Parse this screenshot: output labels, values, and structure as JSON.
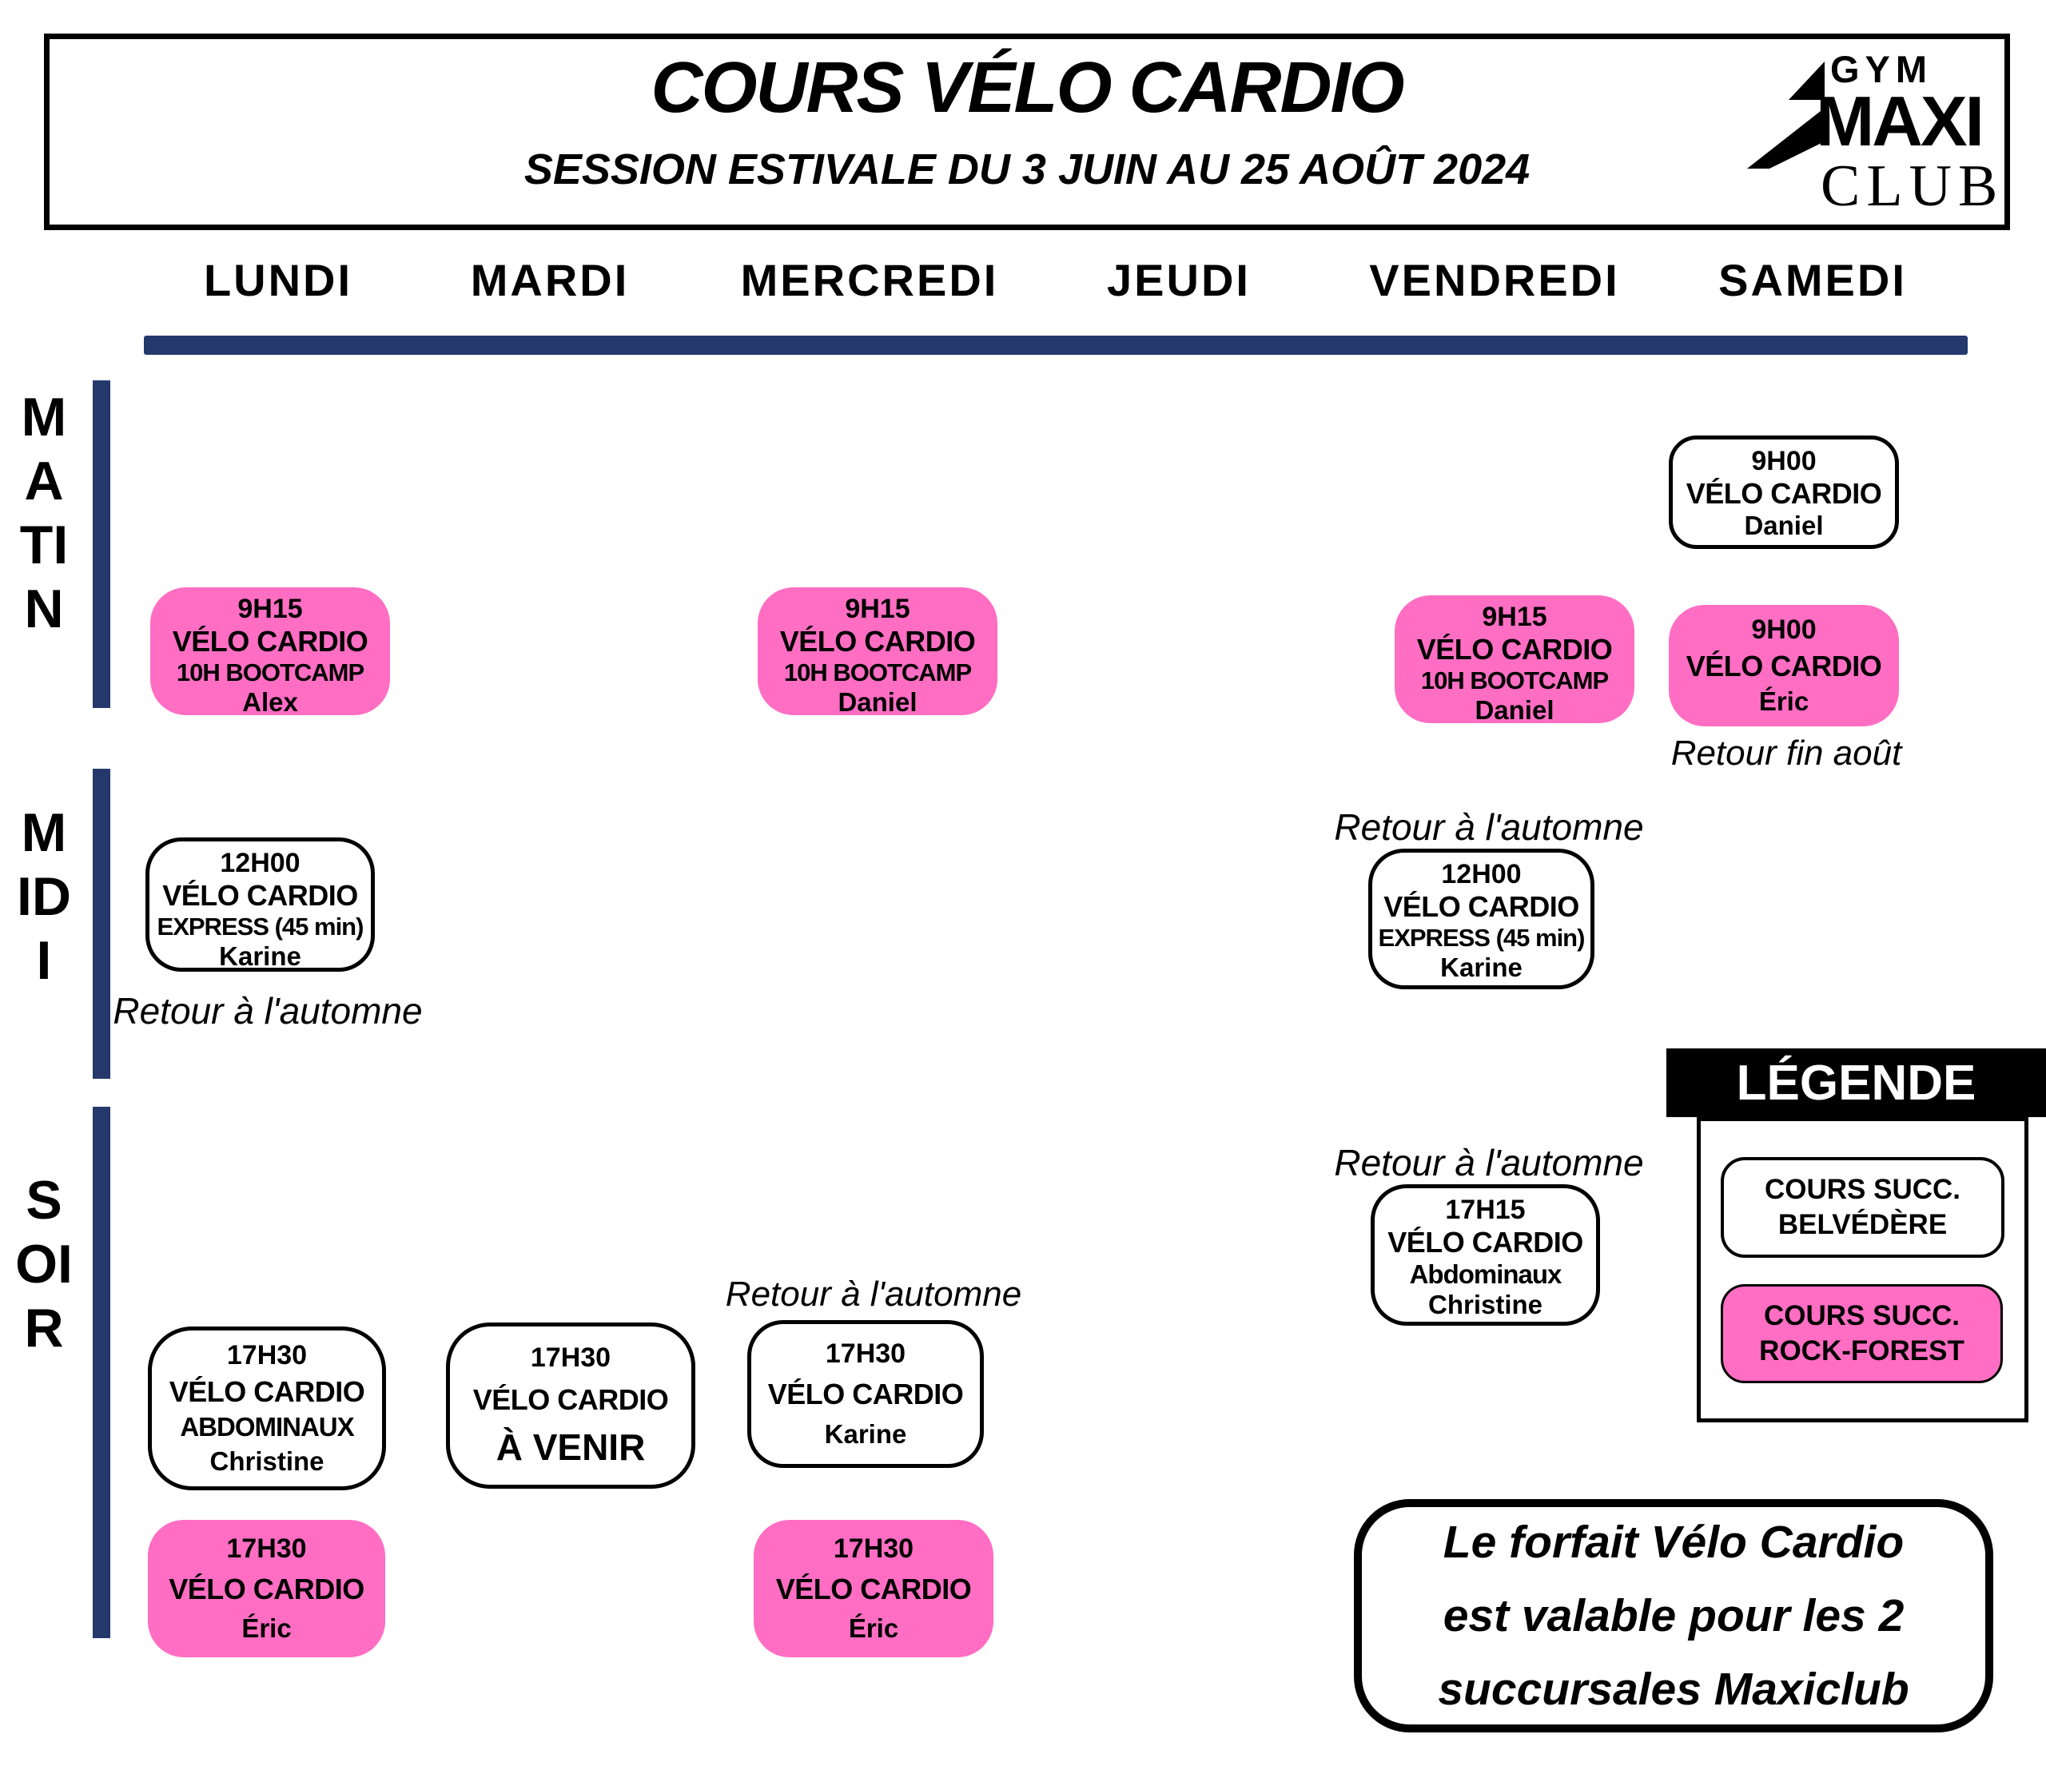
{
  "header": {
    "title": "COURS VÉLO CARDIO",
    "subtitle": "SESSION ESTIVALE DU 3 JUIN AU 25 AOÛT 2024",
    "logo": {
      "top": "GYM",
      "middle": "MAXI",
      "bottom": "CLUB"
    }
  },
  "days": {
    "monday": "LUNDI",
    "tuesday": "MARDI",
    "wednesday": "MERCREDI",
    "thursday": "JEUDI",
    "friday": "VENDREDI",
    "saturday": "SAMEDI"
  },
  "sections": {
    "morning": "MATIN",
    "noon": "MIDI",
    "evening": "SOIR"
  },
  "cards": {
    "sat_morning_white": {
      "time": "9H00",
      "title": "VÉLO CARDIO",
      "name": "Daniel"
    },
    "sat_morning_pink": {
      "time": "9H00",
      "title": "VÉLO CARDIO",
      "name": "Éric"
    },
    "mon_morning": {
      "time": "9H15",
      "title": "VÉLO CARDIO",
      "extra": "10H BOOTCAMP",
      "name": "Alex"
    },
    "wed_morning": {
      "time": "9H15",
      "title": "VÉLO CARDIO",
      "extra": "10H BOOTCAMP",
      "name": "Daniel"
    },
    "fri_morning": {
      "time": "9H15",
      "title": "VÉLO CARDIO",
      "extra": "10H BOOTCAMP",
      "name": "Daniel"
    },
    "mon_noon": {
      "time": "12H00",
      "title": "VÉLO CARDIO",
      "extra": "EXPRESS (45 min)",
      "name": "Karine"
    },
    "fri_noon": {
      "time": "12H00",
      "title": "VÉLO CARDIO",
      "extra": "EXPRESS (45 min)",
      "name": "Karine"
    },
    "fri_evening": {
      "time": "17H15",
      "title": "VÉLO CARDIO",
      "extra": "Abdominaux",
      "name": "Christine"
    },
    "mon_evening_white": {
      "time": "17H30",
      "title": "VÉLO CARDIO",
      "extra": "ABDOMINAUX",
      "name": "Christine"
    },
    "tue_evening": {
      "time": "17H30",
      "title": "VÉLO CARDIO",
      "name": "À VENIR"
    },
    "wed_evening_white": {
      "time": "17H30",
      "title": "VÉLO CARDIO",
      "name": "Karine"
    },
    "mon_evening_pink": {
      "time": "17H30",
      "title": "VÉLO CARDIO",
      "name": "Éric"
    },
    "wed_evening_pink": {
      "time": "17H30",
      "title": "VÉLO CARDIO",
      "name": "Éric"
    }
  },
  "notes": {
    "sat_morning": "Retour fin août",
    "mon_noon": "Retour à l'automne",
    "fri_noon": "Retour à l'automne",
    "wed_evening": "Retour à l'automne",
    "fri_evening": "Retour à l'automne"
  },
  "legend": {
    "title": "LÉGENDE",
    "white_item": {
      "line1": "COURS SUCC.",
      "line2": "BELVÉDÈRE"
    },
    "pink_item": {
      "line1": "COURS SUCC.",
      "line2": "ROCK-FOREST"
    }
  },
  "footer": {
    "line1": "Le forfait Vélo Cardio",
    "line2": "est valable pour les 2",
    "line3": "succursales Maxiclub"
  },
  "colors": {
    "pink": "#ff6ec3",
    "navy": "#24386b",
    "black": "#000000",
    "white": "#ffffff"
  }
}
